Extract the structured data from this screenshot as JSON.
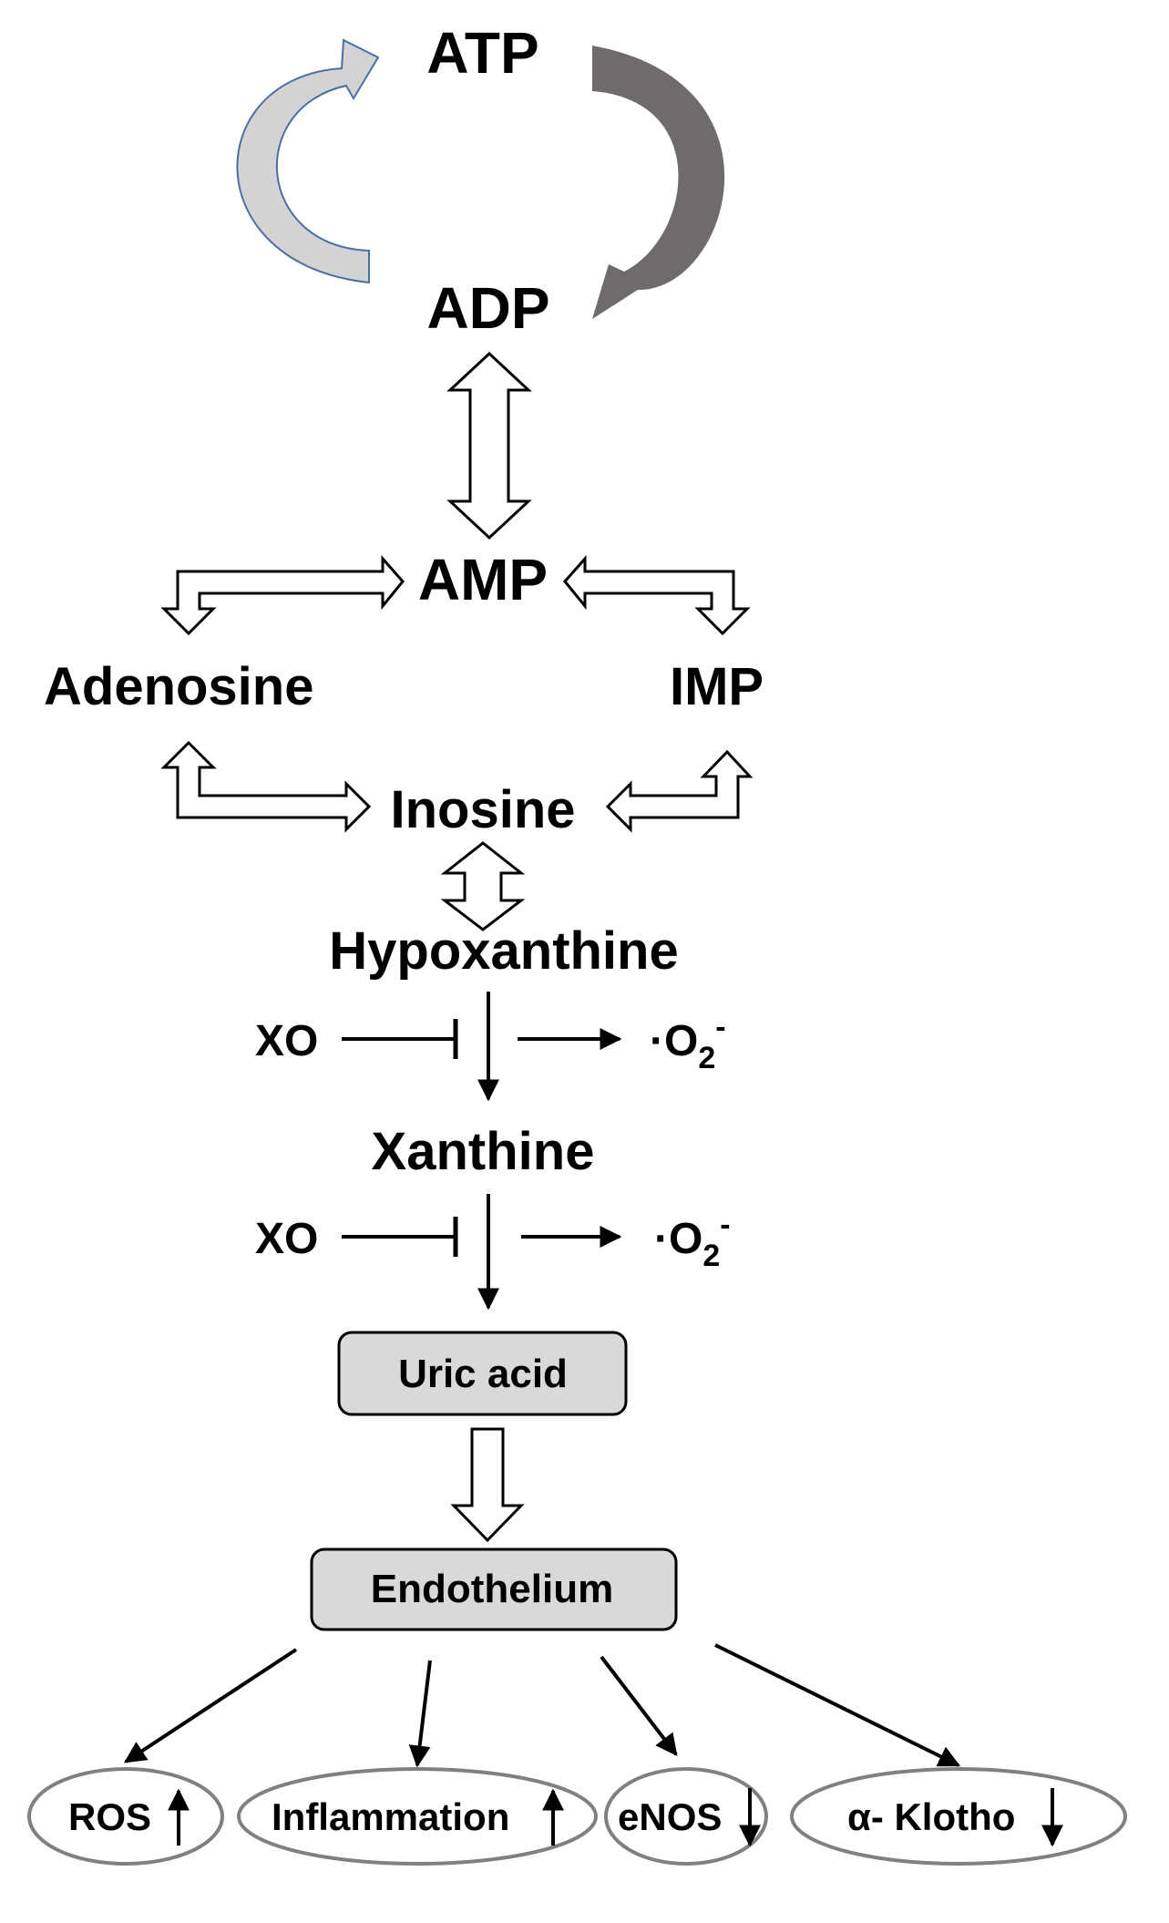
{
  "nodes": {
    "atp": "ATP",
    "adp": "ADP",
    "amp": "AMP",
    "adenosine": "Adenosine",
    "imp": "IMP",
    "inosine": "Inosine",
    "hypoxanthine": "Hypoxanthine",
    "xanthine": "Xanthine",
    "uric_acid": "Uric acid",
    "endothelium": "Endothelium"
  },
  "enzyme": "XO",
  "superoxide": {
    "dot": "·",
    "base": "O",
    "subscript": "2",
    "superscript": "-"
  },
  "outcomes": [
    {
      "label": "ROS",
      "direction": "up"
    },
    {
      "label": "Inflammation",
      "direction": "up"
    },
    {
      "label": "eNOS",
      "direction": "down"
    },
    {
      "label": "α- Klotho",
      "direction": "down"
    }
  ],
  "colors": {
    "cycle_left_fill": "#d3d3d3",
    "cycle_left_stroke": "#4a6fa5",
    "cycle_right_fill": "#6f6b6b",
    "box_fill": "#d9d9d9",
    "outcome_stroke": "#808080",
    "line": "#000000"
  }
}
